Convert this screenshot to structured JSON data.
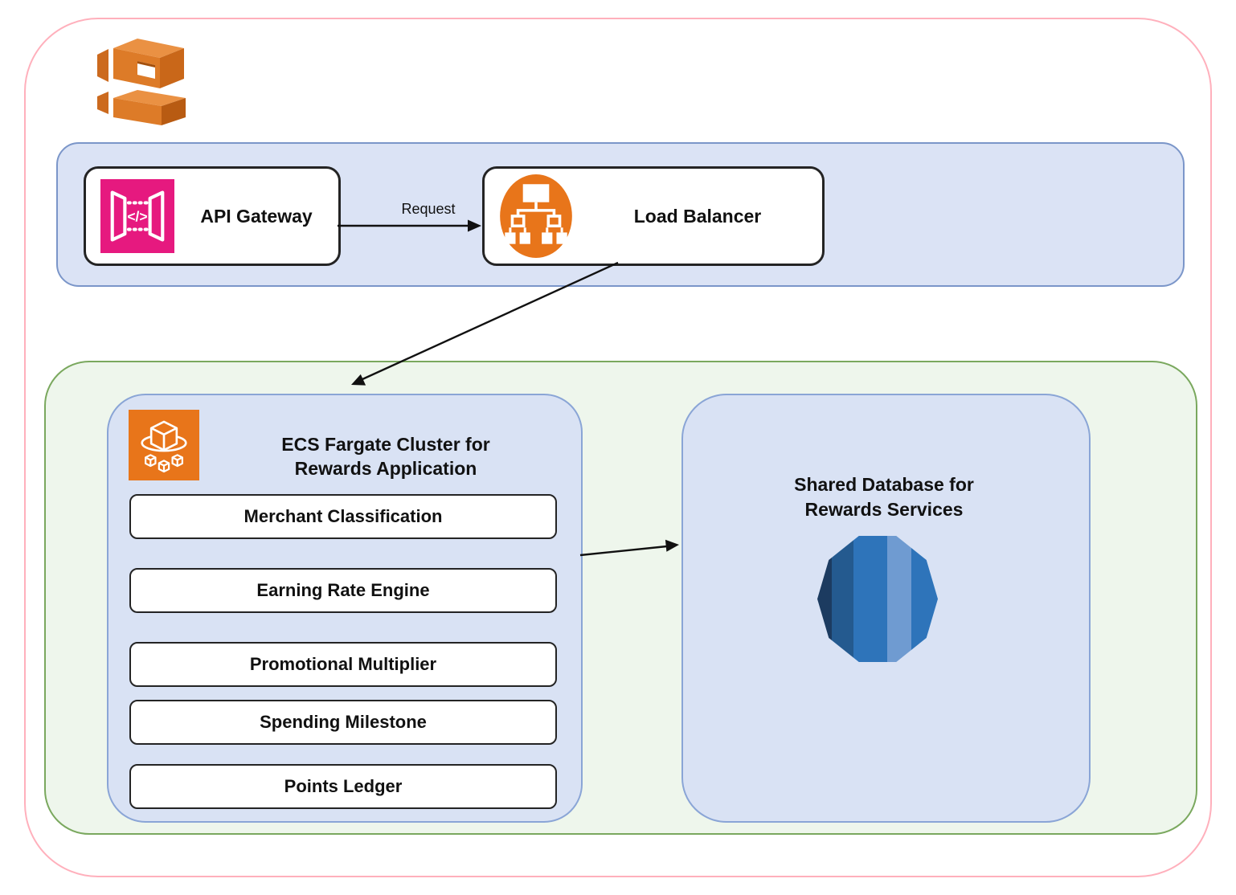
{
  "top_band": {
    "api_gateway_label": "API Gateway",
    "load_balancer_label": "Load Balancer",
    "request_label": "Request"
  },
  "ecs_cluster": {
    "title_line1": "ECS Fargate Cluster for",
    "title_line2": "Rewards Application",
    "services": [
      "Merchant Classification",
      "Earning Rate Engine",
      "Promotional Multiplier",
      "Spending Milestone",
      "Points Ledger"
    ]
  },
  "database": {
    "title_line1": "Shared Database for",
    "title_line2": "Rewards Services"
  },
  "icons": {
    "aws_logo": "aws-logo-icon",
    "api_gateway": "api-gateway-icon",
    "load_balancer": "load-balancer-icon",
    "ecs_fargate": "ecs-fargate-icon",
    "database": "dynamodb-icon"
  },
  "colors": {
    "outer_border": "#ffb0bc",
    "band_fill": "#dbe3f5",
    "band_border": "#7b96c9",
    "green_fill": "#eef6ec",
    "green_border": "#7aa85e",
    "cluster_fill": "#d9e2f4",
    "cluster_border": "#8aa5d6",
    "node_border": "#242424",
    "api_gateway_pink": "#e6197f",
    "aws_orange": "#e8751a",
    "db_stripe_dark": "#1c3b60",
    "db_stripe_mid_dark": "#245a8f",
    "db_stripe_mid": "#2e74ba",
    "db_stripe_light": "#6f9bd1"
  }
}
